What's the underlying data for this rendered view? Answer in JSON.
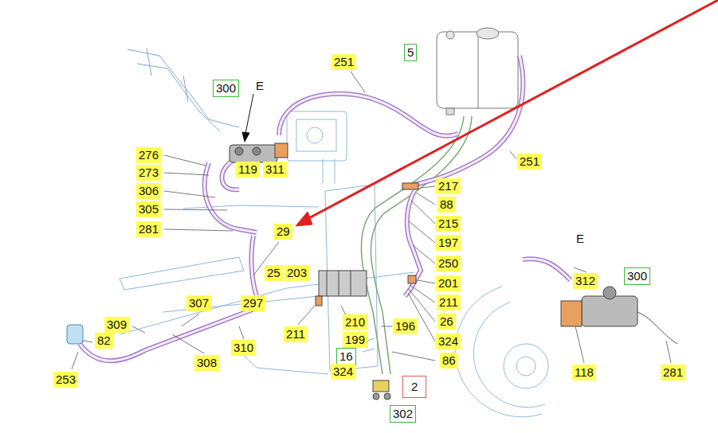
{
  "diagram": {
    "nodes": [
      {
        "text": [
          "251"
        ]
      },
      {
        "text": [
          "5"
        ]
      },
      {
        "text": [
          "300"
        ]
      },
      {
        "text": [
          "276"
        ]
      },
      {
        "text": [
          "119"
        ]
      },
      {
        "text": [
          "311"
        ]
      },
      {
        "text": [
          "251"
        ]
      },
      {
        "text": [
          "273"
        ]
      },
      {
        "text": [
          "217"
        ]
      },
      {
        "text": [
          "306"
        ]
      },
      {
        "text": [
          "88"
        ]
      },
      {
        "text": [
          "305"
        ]
      },
      {
        "text": [
          "215"
        ]
      },
      {
        "text": [
          "281"
        ]
      },
      {
        "text": [
          "29"
        ]
      },
      {
        "text": [
          "197"
        ]
      },
      {
        "text": [
          "250"
        ]
      },
      {
        "text": [
          "25"
        ]
      },
      {
        "text": [
          "203"
        ]
      },
      {
        "text": [
          "300"
        ]
      },
      {
        "text": [
          "312"
        ]
      },
      {
        "text": [
          "201"
        ]
      },
      {
        "text": [
          "307"
        ]
      },
      {
        "text": [
          "297"
        ]
      },
      {
        "text": [
          "211"
        ]
      },
      {
        "text": [
          "26"
        ]
      },
      {
        "text": [
          "210"
        ]
      },
      {
        "text": [
          "196"
        ]
      },
      {
        "text": [
          "309"
        ]
      },
      {
        "text": [
          "211"
        ]
      },
      {
        "text": [
          "199"
        ]
      },
      {
        "text": [
          "82"
        ]
      },
      {
        "text": [
          "324"
        ]
      },
      {
        "text": [
          "310"
        ]
      },
      {
        "text": [
          "16"
        ]
      },
      {
        "text": [
          "86"
        ]
      },
      {
        "text": [
          "308"
        ]
      },
      {
        "text": [
          "324"
        ]
      },
      {
        "text": [
          "253"
        ]
      },
      {
        "text": [
          "118"
        ]
      },
      {
        "text": [
          "281"
        ]
      },
      {
        "text": [
          "2"
        ]
      },
      {
        "text": [
          "302"
        ]
      }
    ],
    "labels": [
      "E",
      "E"
    ]
  }
}
